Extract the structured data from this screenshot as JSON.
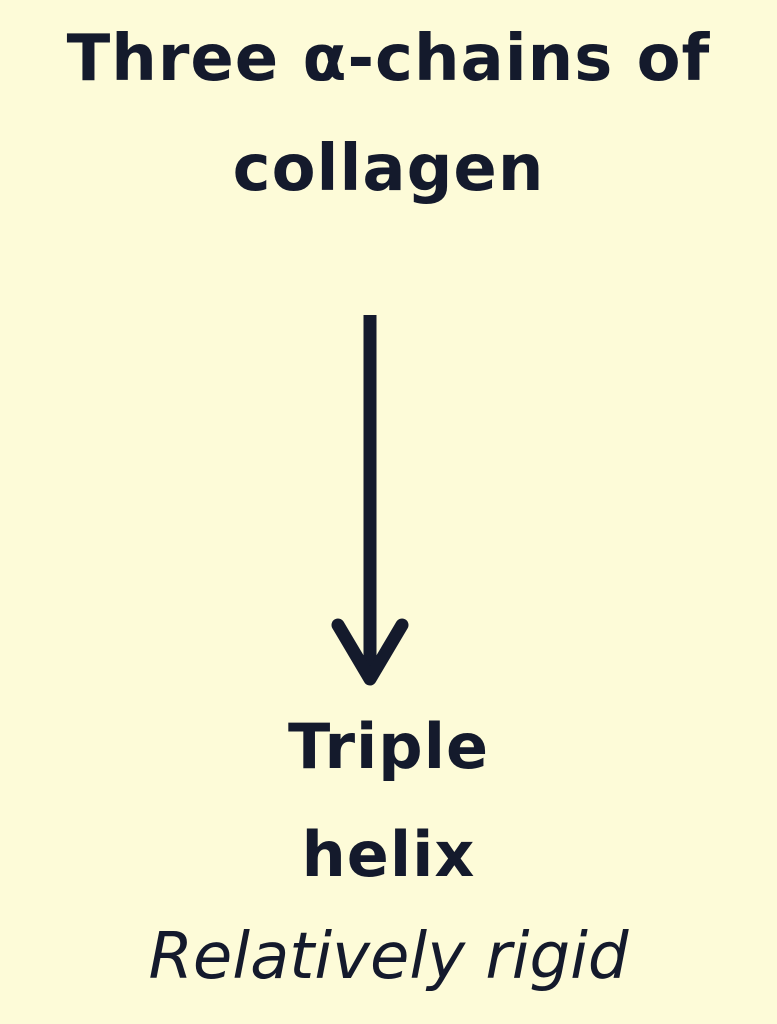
{
  "diagram": {
    "source_label": {
      "line_1": "Three α-chains of",
      "line_2": "collagen"
    },
    "result_label": {
      "line_1": "Triple",
      "line_2": "helix"
    },
    "property_label": "Relatively rigid",
    "colors": {
      "background": "#fdfbd8",
      "ink": "#141a2c"
    },
    "icons": {
      "arrow": "arrow-down-icon"
    }
  }
}
